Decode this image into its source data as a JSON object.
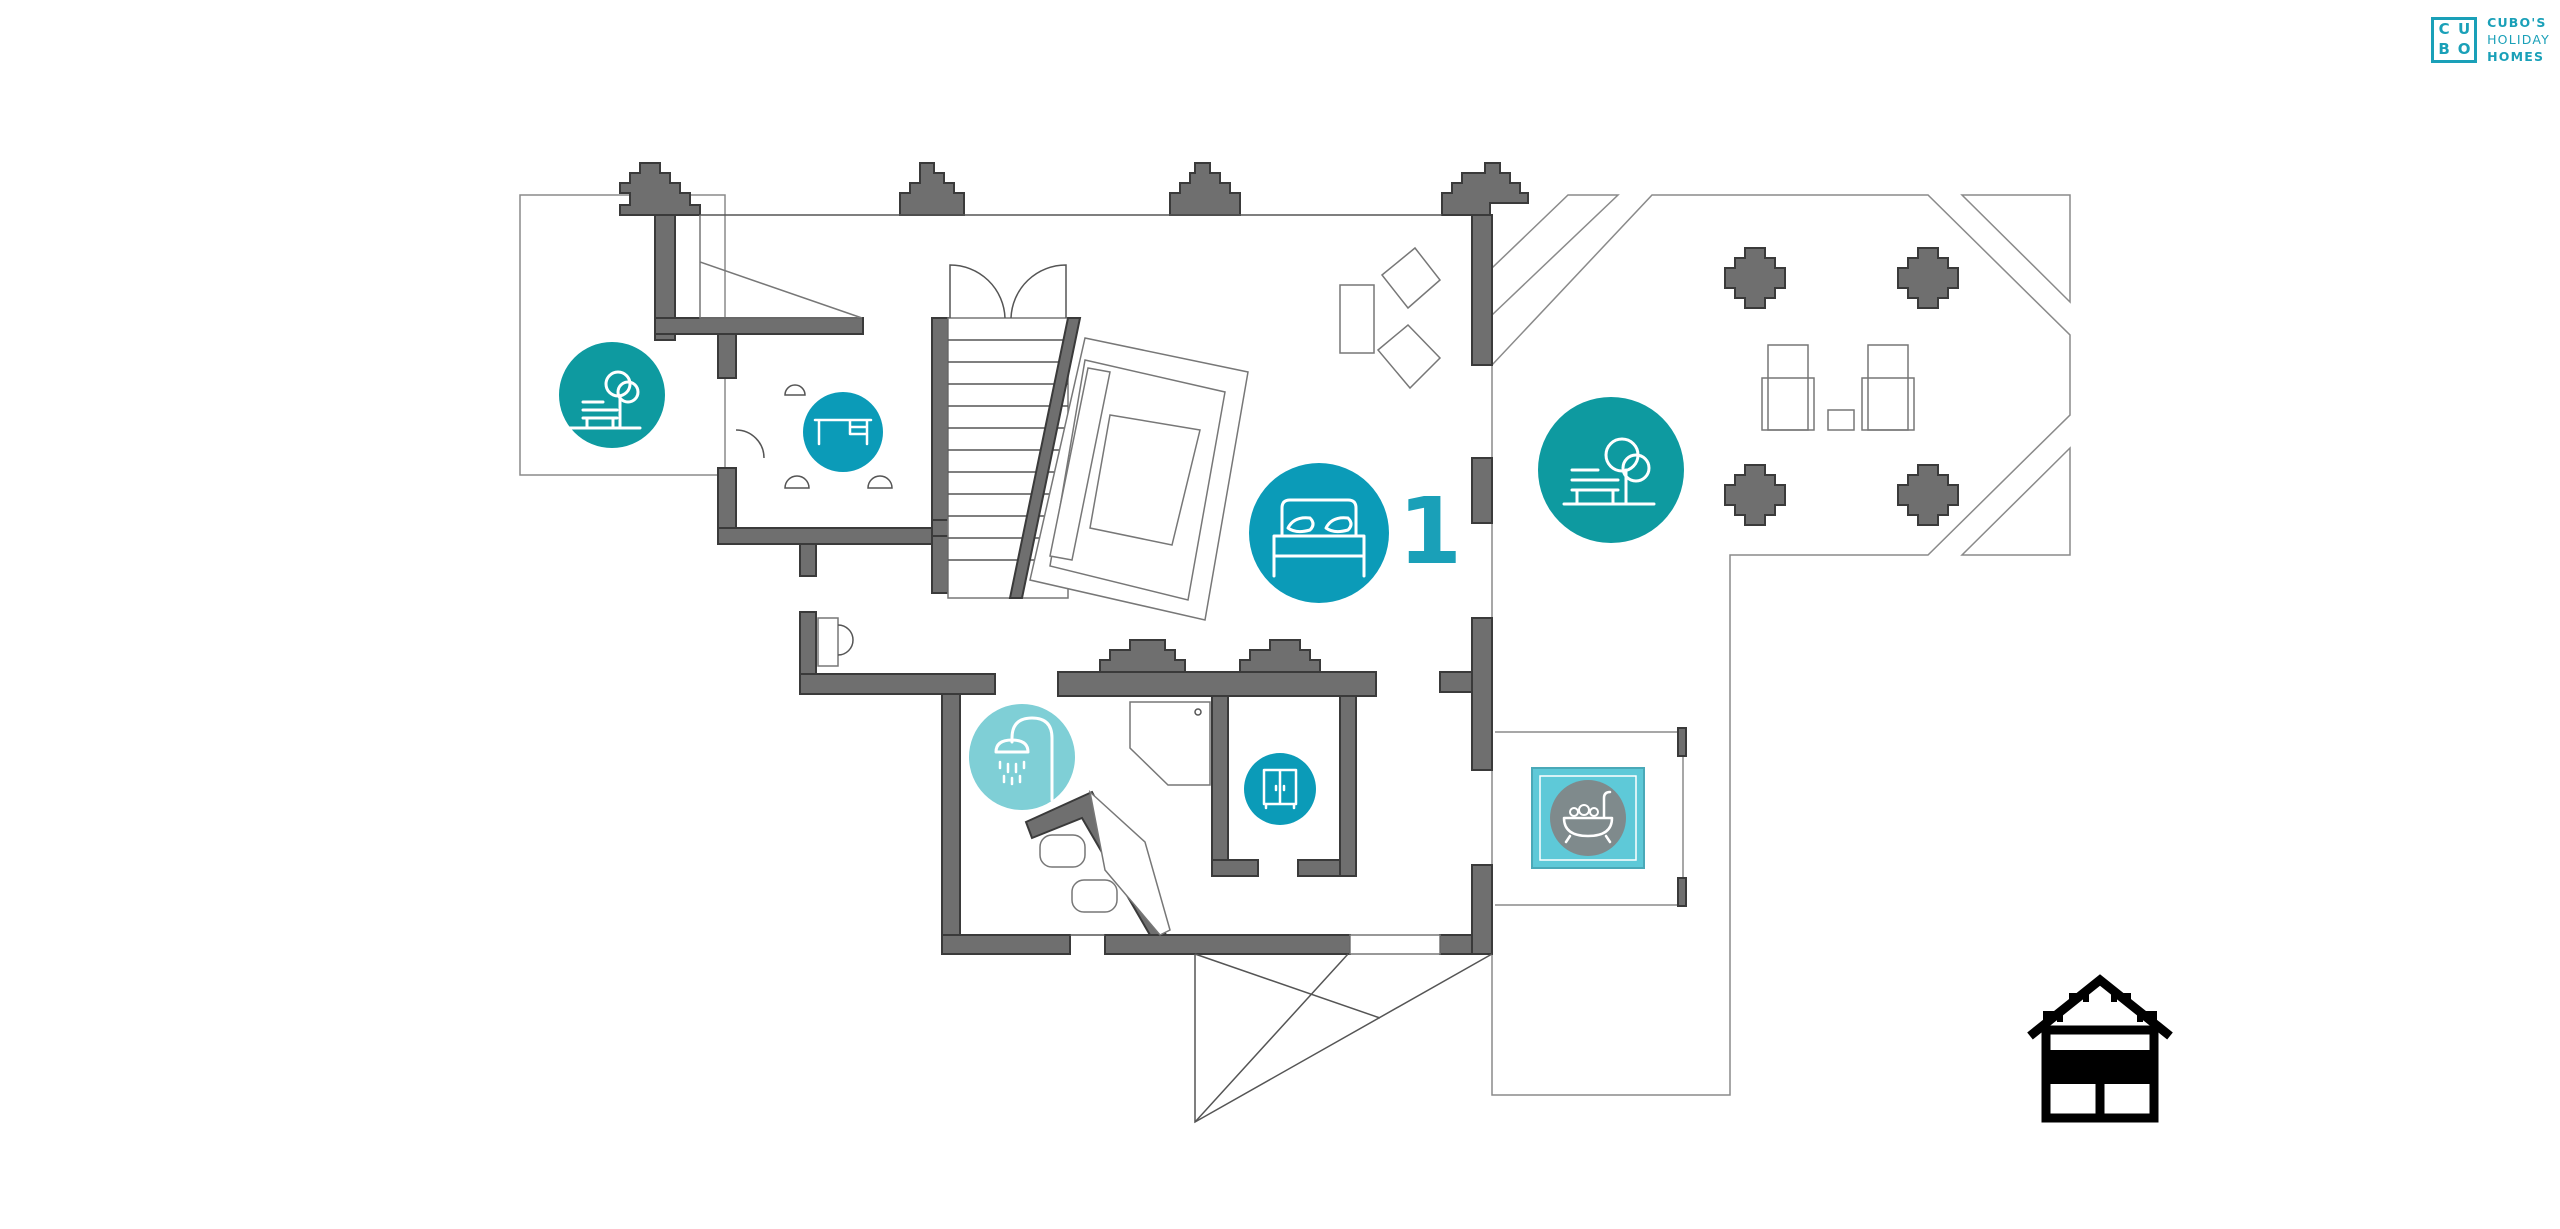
{
  "logo": {
    "box_letters": [
      "C",
      "U",
      "B",
      "O"
    ],
    "line1": "CUBO'S",
    "line2": "HOLIDAY",
    "line3": "HOMES"
  },
  "bedroom": {
    "number": "1"
  },
  "icons": {
    "garden_left": "garden-bench-tree-icon",
    "desk": "desk-icon",
    "bedroom": "double-bed-icon",
    "garden_terrace": "garden-bench-tree-icon",
    "shower": "shower-icon",
    "wardrobe": "wardrobe-icon",
    "bathtub": "bathtub-icon",
    "floor_indicator": "house-floor-icon"
  },
  "colors": {
    "brand": "#1aa0b8",
    "garden": "#0e9aa0",
    "bedroom": "#0b9bb8",
    "shower": "#7fcfd6",
    "bath_square": "#5ec9d8",
    "bath_circle": "#7f8a8c",
    "wall": "#6f6f6f"
  }
}
